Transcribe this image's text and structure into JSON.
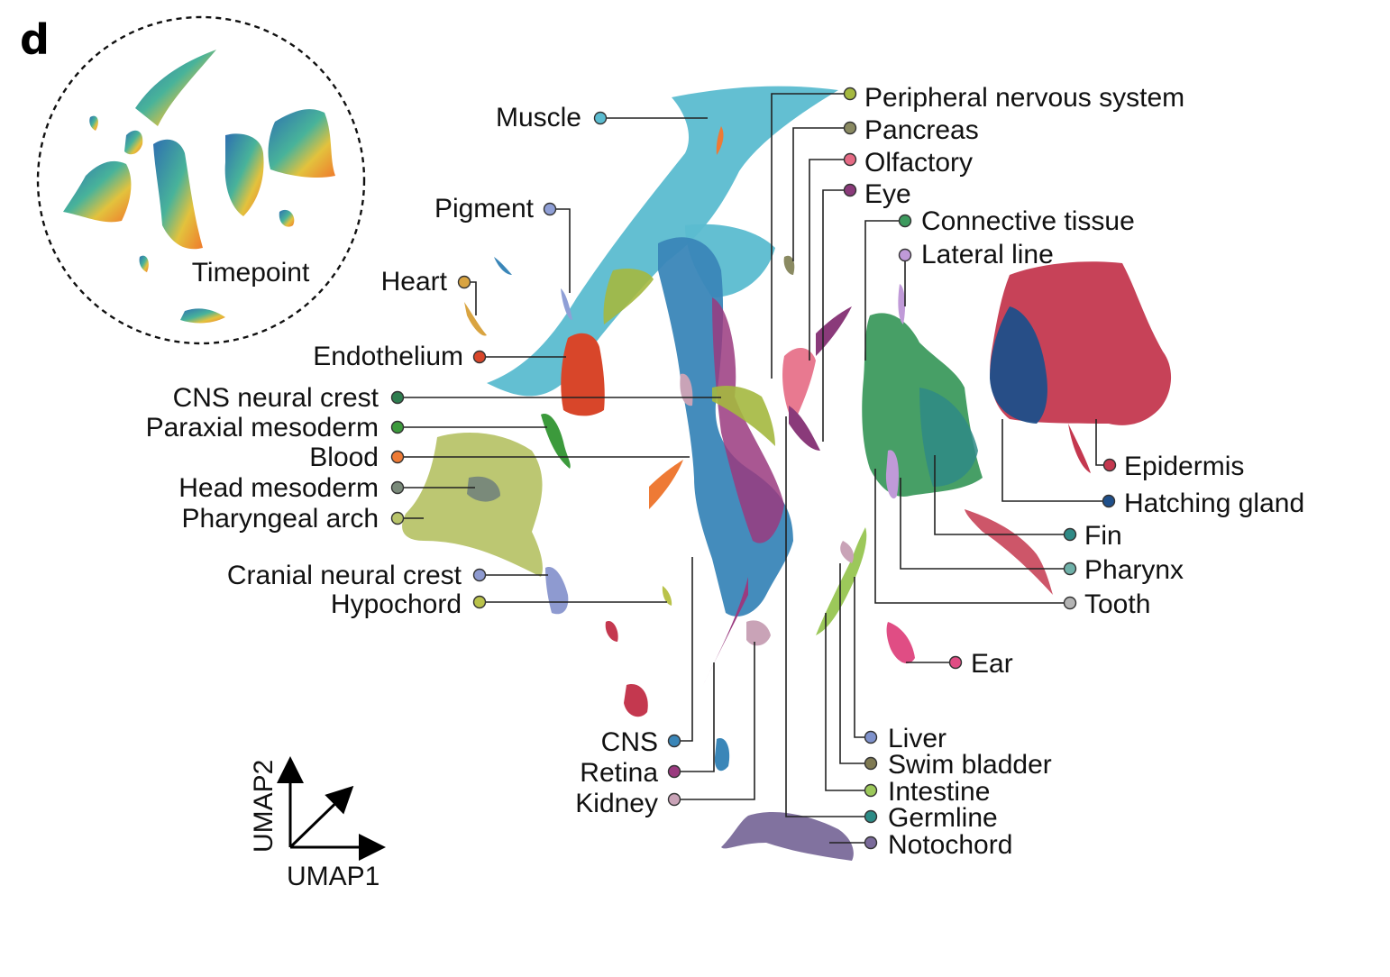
{
  "panel_letter": "d",
  "inset": {
    "label": "Timepoint"
  },
  "axes": {
    "x_label": "UMAP1",
    "y_label": "UMAP2"
  },
  "labels": {
    "muscle": "Muscle",
    "pigment": "Pigment",
    "heart": "Heart",
    "endothelium": "Endothelium",
    "cns_neural_crest": "CNS neural crest",
    "paraxial_mesoderm": "Paraxial mesoderm",
    "blood": "Blood",
    "head_mesoderm": "Head mesoderm",
    "pharyngeal_arch": "Pharyngeal arch",
    "cranial_neural_crest": "Cranial neural crest",
    "hypochord": "Hypochord",
    "cns": "CNS",
    "retina": "Retina",
    "kidney": "Kidney",
    "peripheral_nervous_system": "Peripheral nervous system",
    "pancreas": "Pancreas",
    "olfactory": "Olfactory",
    "eye": "Eye",
    "connective_tissue": "Connective tissue",
    "lateral_line": "Lateral line",
    "epidermis": "Epidermis",
    "hatching_gland": "Hatching gland",
    "fin": "Fin",
    "pharynx": "Pharynx",
    "tooth": "Tooth",
    "ear": "Ear",
    "liver": "Liver",
    "swim_bladder": "Swim bladder",
    "intestine": "Intestine",
    "germline": "Germline",
    "notochord": "Notochord"
  },
  "colors": {
    "muscle": "#5bbcd0",
    "pigment": "#8f9fd6",
    "heart": "#d9a441",
    "endothelium": "#d8462a",
    "cns_neural_crest": "#2e7d4f",
    "paraxial_mesoderm": "#3c9a3c",
    "blood": "#ee7a35",
    "head_mesoderm": "#7a8a7a",
    "pharyngeal_arch": "#b8c46a",
    "cranial_neural_crest": "#8e9ad0",
    "hypochord": "#b9c24a",
    "cns": "#3a86b8",
    "retina": "#9a3a7f",
    "kidney": "#c9a3b7",
    "peripheral_nervous_system": "#a4b83f",
    "pancreas": "#8a8a62",
    "olfactory": "#e56a84",
    "eye": "#8a3a7a",
    "connective_tissue": "#3d9a5e",
    "lateral_line": "#c09ad8",
    "epidermis": "#c4384f",
    "hatching_gland": "#1f4f8a",
    "fin": "#2f8a86",
    "pharynx": "#6fb1a9",
    "tooth": "#b4b4b4",
    "ear": "#e04d84",
    "liver": "#7f92cc",
    "swim_bladder": "#7f7a52",
    "intestine": "#9cc85a",
    "germline": "#2c8b86",
    "notochord": "#7a6a9a"
  }
}
